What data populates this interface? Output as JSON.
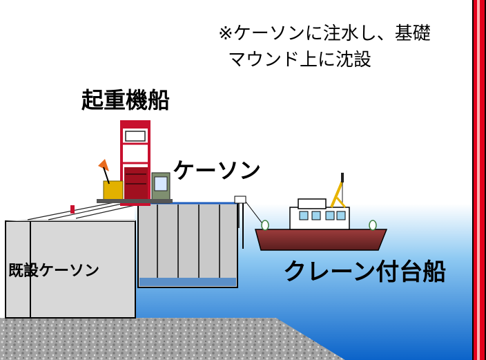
{
  "diagram": {
    "note_line1": "※ケーソンに注水し、基礎",
    "note_line2": "マウンド上に沈設",
    "crane_ship_label": "起重機船",
    "caisson_label": "ケーソン",
    "existing_caisson_label": "既設ケーソン",
    "crane_barge_label": "クレーン付台船"
  },
  "colors": {
    "border_red": "#e3001b",
    "sea_top": "#ffffff",
    "sea_bottom": "#0b63c9",
    "mound_gray": "#9a9a9a",
    "crane_red": "#c8102e",
    "barge_hull": "#7a2a2a",
    "crane_arm_yellow": "#e8b400"
  }
}
